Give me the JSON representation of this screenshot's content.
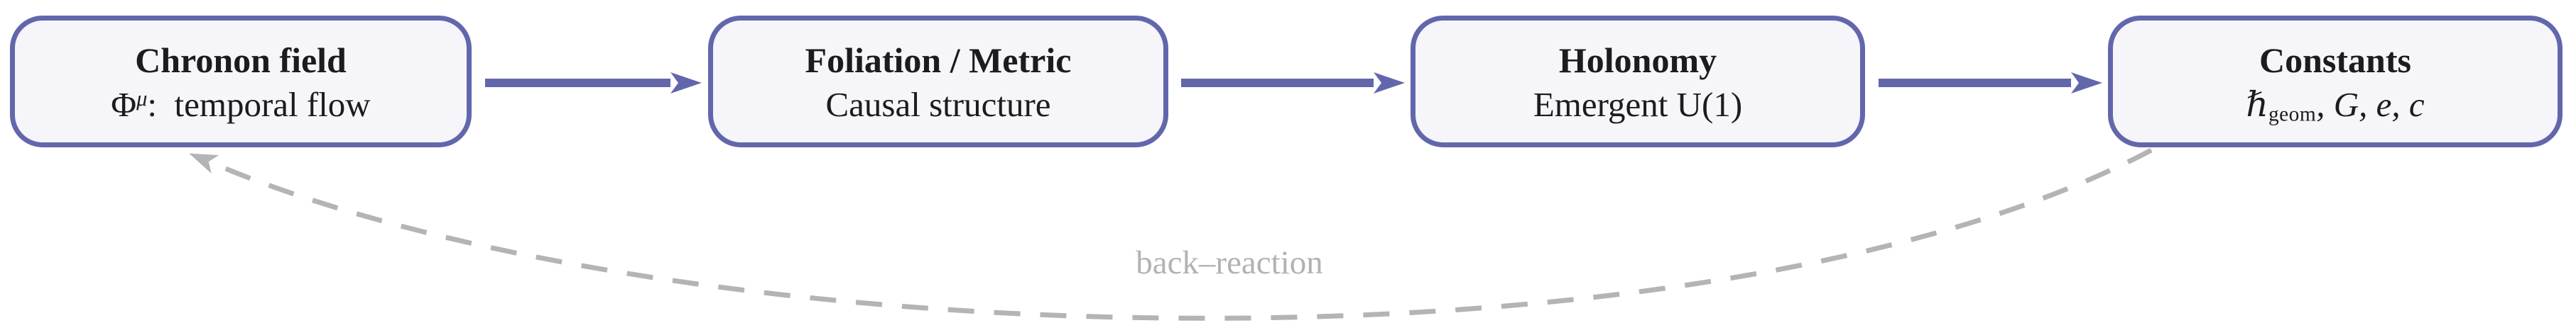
{
  "diagram": {
    "type": "flow-diagram",
    "background": "#ffffff",
    "colors": {
      "box_border": "#6267ac",
      "box_fill": "#f5f5fa",
      "solid_arrow": "#6267ac",
      "dashed_arrow": "#b4b4b6",
      "text": "#1c1c1c",
      "muted_label": "#b2b2b5"
    },
    "boxes": [
      {
        "id": "chronon-field",
        "title": "Chronon field",
        "sub": {
          "pre": "Φ",
          "sup": "μ",
          "post": ": temporal flow"
        }
      },
      {
        "id": "foliation-metric",
        "title": "Foliation / Metric",
        "sub": {
          "pre": "Causal structure"
        }
      },
      {
        "id": "holonomy",
        "title": "Holonomy",
        "sub": {
          "pre": "Emergent U(1)"
        }
      },
      {
        "id": "constants",
        "title": "Constants",
        "sub": {
          "pre": "ℏ",
          "sub": "geom",
          "it": ", G, e, c"
        }
      }
    ],
    "arrows": [
      {
        "from": "chronon-field",
        "to": "foliation-metric",
        "style": "solid"
      },
      {
        "from": "foliation-metric",
        "to": "holonomy",
        "style": "solid"
      },
      {
        "from": "holonomy",
        "to": "constants",
        "style": "solid"
      },
      {
        "from": "constants",
        "to": "chronon-field",
        "style": "dashed",
        "label": "back–reaction"
      }
    ]
  }
}
